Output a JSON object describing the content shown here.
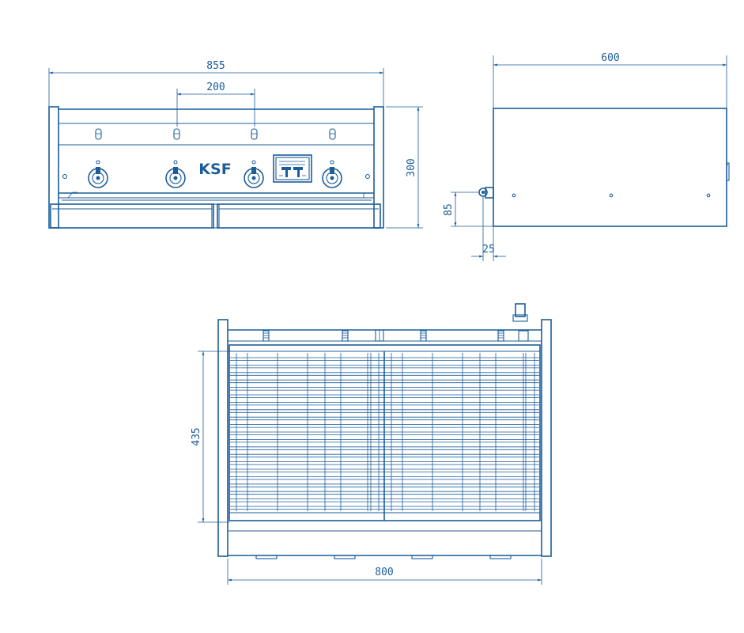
{
  "drawing": {
    "brand_label": "KSF",
    "front_view": {
      "width_dim": "855",
      "burner_spacing_dim": "200",
      "height_dim": "300"
    },
    "side_view": {
      "depth_dim": "600",
      "gas_inlet_height_dim": "85",
      "gas_inlet_offset_dim": "25"
    },
    "top_view": {
      "grate_depth_dim": "435",
      "inner_width_dim": "800"
    }
  },
  "colors": {
    "line": "#1c5d99",
    "background": "#ffffff"
  }
}
